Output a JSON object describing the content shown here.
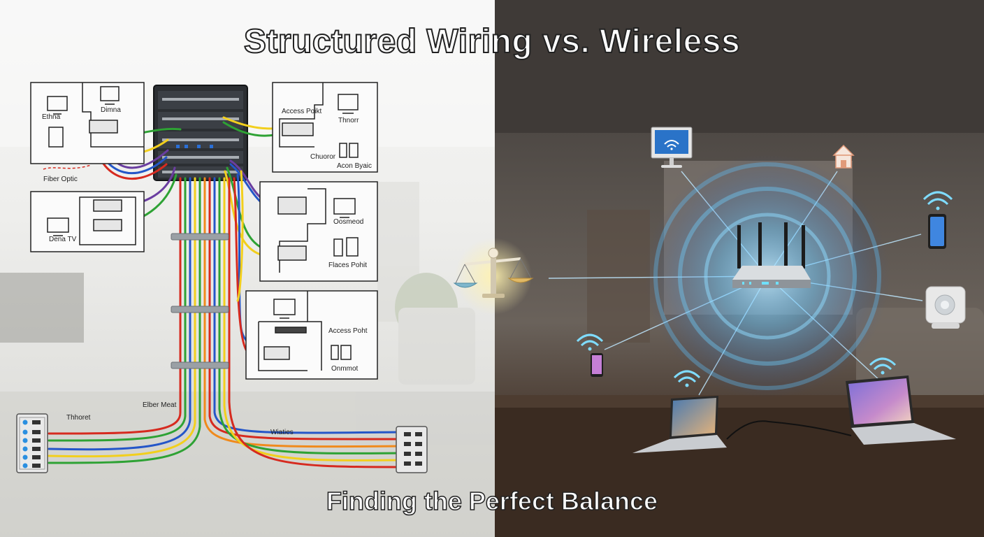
{
  "title": "Structured Wiring vs. Wireless",
  "subtitle": "Finding the Perfect Balance",
  "labels": {
    "ethna": "Ethna",
    "dimna": "Dimna",
    "fiber_optic": "Fiber Optic",
    "access_poikt": "Access Poikt",
    "thnorr": "Thnorr",
    "chuoror": "Chuoror",
    "acon_byaic": "Acon Byaic",
    "dena_tv": "Dena TV",
    "oosmeod": "Oosmeod",
    "flaces_pohit": "Flaces Pohit",
    "access_poht": "Access Poht",
    "onmmot": "Onmmot",
    "thhoret": "Thhoret",
    "elber_meat": "Elber Meat",
    "wiaties": "Wiaties"
  },
  "colors": {
    "cable_red": "#d62a1f",
    "cable_orange": "#f08a1c",
    "cable_yellow": "#f2cf1d",
    "cable_green": "#2ea234",
    "cable_blue": "#2456c8",
    "cable_purple": "#6a3da0",
    "wifi_glow": "#5fc3ff",
    "left_background": "#eeeeec",
    "right_background": "#4a403a"
  }
}
